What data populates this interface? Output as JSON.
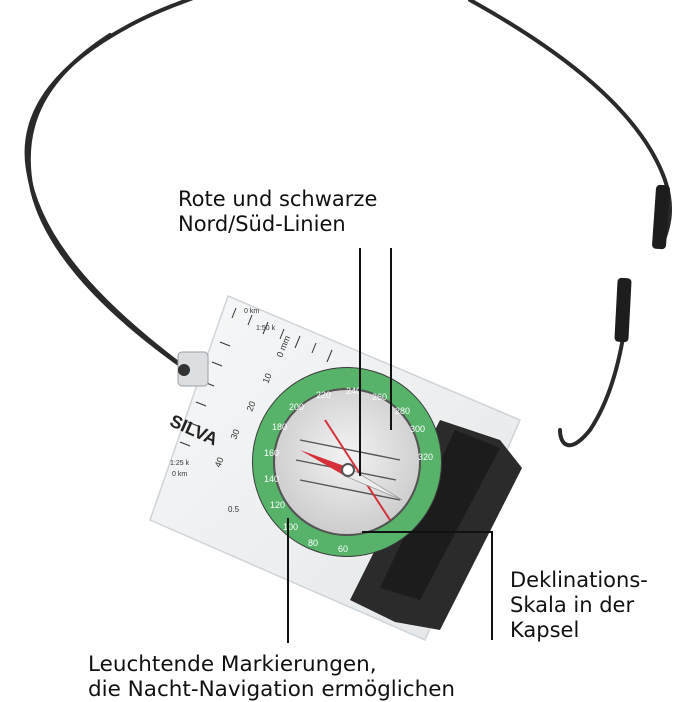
{
  "callouts": {
    "north_south_lines": {
      "line1": "Rote und schwarze",
      "line2": "Nord/Süd-Linien"
    },
    "declination_scale": {
      "line1": "Deklinations-",
      "line2": "Skala in der",
      "line3": "Kapsel"
    },
    "luminous_markings": {
      "line1": "Leuchtende Markierungen,",
      "line2": "die Nacht-Navigation ermöglichen"
    }
  },
  "compass": {
    "brand": "SILVA",
    "bezel_degrees": [
      "220",
      "240",
      "260",
      "280",
      "300",
      "320",
      "200",
      "180",
      "160",
      "140",
      "120",
      "100",
      "80",
      "60"
    ],
    "ruler_labels": [
      "0 km",
      "1:50 k",
      "0 mm",
      "10",
      "20",
      "30",
      "40",
      "1:25 k",
      "0 km",
      "0.5"
    ],
    "colors": {
      "bezel_green": "#57b36a",
      "needle_red": "#d6313a",
      "housing": "#2b2b2b",
      "baseplate": "#eef1f3"
    }
  }
}
